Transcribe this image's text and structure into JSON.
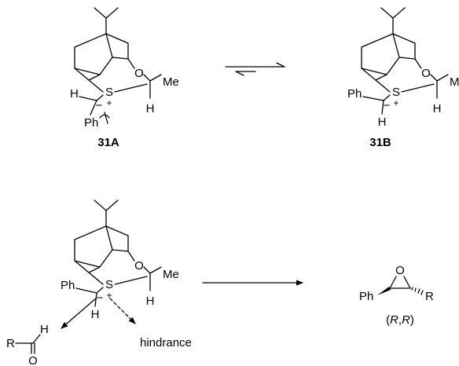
{
  "structures": {
    "s31A": {
      "caption": "31A",
      "atoms": {
        "O": "O",
        "S": "S",
        "S_charge": "+",
        "Me": "Me",
        "H_ring": "H",
        "H_carbanion": "H",
        "C_charge": "−",
        "Ph": "Ph"
      }
    },
    "s31B": {
      "caption": "31B",
      "atoms": {
        "O": "O",
        "S": "S",
        "S_charge": "+",
        "Me": "Me",
        "H_ring": "H",
        "H_carbanion": "H",
        "C_charge": "−",
        "Ph": "Ph"
      }
    },
    "ylide_bottom": {
      "atoms": {
        "O": "O",
        "S": "S",
        "S_charge": "+",
        "Me": "Me",
        "H_ring": "H",
        "H_carbanion": "H",
        "C_charge": "−",
        "Ph": "Ph"
      }
    },
    "aldehyde": {
      "R": "R",
      "H": "H",
      "O": "O"
    },
    "hindrance_label": "hindrance",
    "epoxide": {
      "Ph": "Ph",
      "O": "O",
      "R": "R",
      "stereo_open": "(",
      "stereo_R1": "R",
      "stereo_comma": ",",
      "stereo_R2": "R",
      "stereo_close": ")"
    }
  }
}
